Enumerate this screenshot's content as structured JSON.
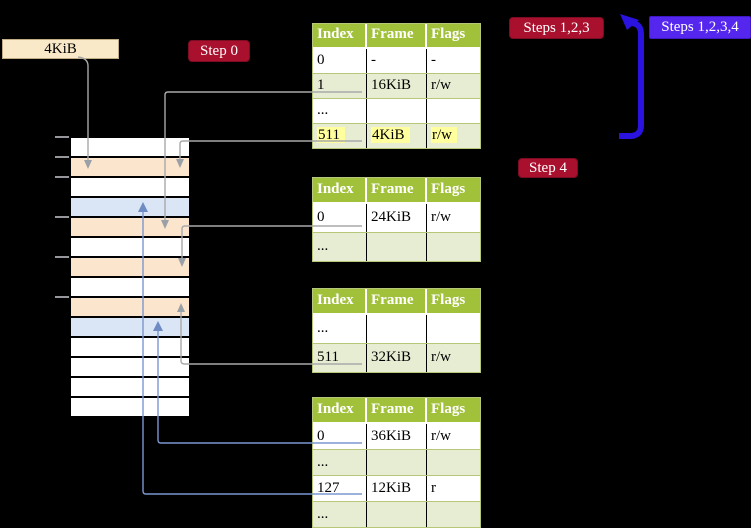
{
  "frame_label": "4KiB",
  "badges": {
    "step0": {
      "label": "Step 0"
    },
    "steps123": {
      "label": "Steps 1,2,3"
    },
    "steps1234": {
      "label": "Steps 1,2,3,4"
    },
    "step4": {
      "label": "Step 4"
    }
  },
  "colors": {
    "header_green": "#a2c13b",
    "row_green": "#e7edd2",
    "highlight_yellow": "#ffff9e",
    "frame_table_peach": "#fce5cd",
    "frame_data_blue": "#dae6f6",
    "badge_crimson": "#a8102e",
    "badge_violet": "#5426ee",
    "label_cream": "#fae9c8",
    "connector_gray": "#a9a9a9",
    "connector_gray_head": "#9aa0a8",
    "connector_blue": "#7b97cf",
    "connector_blue_head": "#6e8cc3",
    "loop_arrow_blue": "#2a12df"
  },
  "memory": {
    "rows": [
      {
        "cls": "mrow c-free"
      },
      {
        "cls": "mrow c-table"
      },
      {
        "cls": "mrow c-free"
      },
      {
        "cls": "mrow c-data"
      },
      {
        "cls": "mrow c-table"
      },
      {
        "cls": "mrow c-free"
      },
      {
        "cls": "mrow c-table"
      },
      {
        "cls": "mrow c-free"
      },
      {
        "cls": "mrow c-table"
      },
      {
        "cls": "mrow c-data"
      },
      {
        "cls": "mrow c-free"
      },
      {
        "cls": "mrow c-free"
      },
      {
        "cls": "mrow c-free"
      },
      {
        "cls": "mrow c-free"
      }
    ]
  },
  "tables": [
    {
      "headers": [
        "Index",
        "Frame",
        "Flags"
      ],
      "rows": [
        [
          "0",
          "-",
          "-"
        ],
        [
          "1",
          "16KiB",
          "r/w"
        ],
        [
          "...",
          "",
          ""
        ],
        [
          "511",
          "4KiB",
          "r/w"
        ]
      ]
    },
    {
      "headers": [
        "Index",
        "Frame",
        "Flags"
      ],
      "rows": [
        [
          "0",
          "24KiB",
          "r/w"
        ],
        [
          "...",
          "",
          ""
        ]
      ]
    },
    {
      "headers": [
        "Index",
        "Frame",
        "Flags"
      ],
      "rows": [
        [
          "...",
          "",
          ""
        ],
        [
          "511",
          "32KiB",
          "r/w"
        ]
      ]
    },
    {
      "headers": [
        "Index",
        "Frame",
        "Flags"
      ],
      "rows": [
        [
          "0",
          "36KiB",
          "r/w"
        ],
        [
          "...",
          "",
          ""
        ],
        [
          "127",
          "12KiB",
          "r"
        ],
        [
          "...",
          "",
          ""
        ]
      ]
    }
  ]
}
